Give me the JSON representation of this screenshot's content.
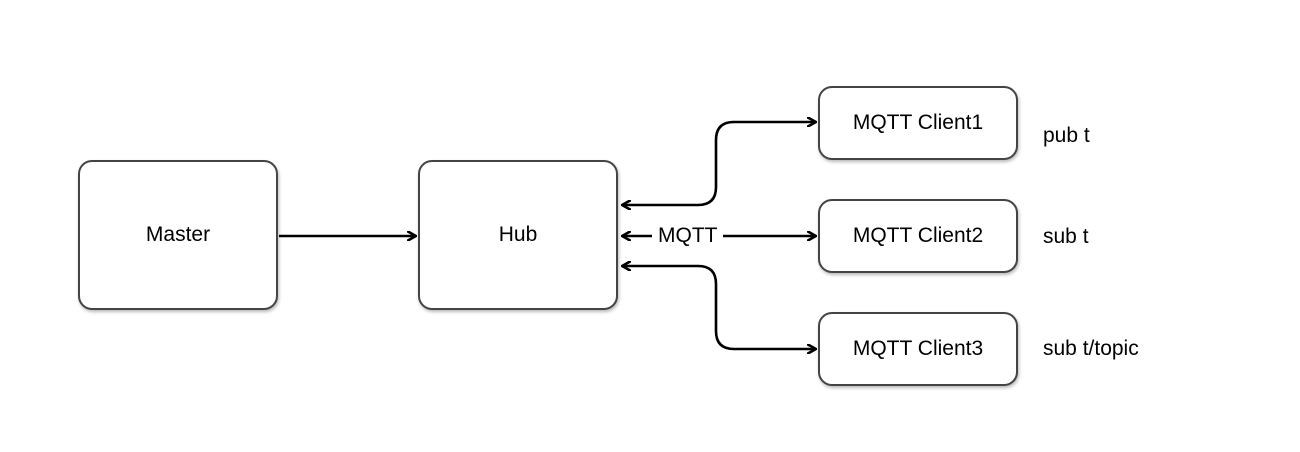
{
  "diagram": {
    "nodes": {
      "master": {
        "label": "Master"
      },
      "hub": {
        "label": "Hub"
      },
      "client1": {
        "label": "MQTT Client1"
      },
      "client2": {
        "label": "MQTT Client2"
      },
      "client3": {
        "label": "MQTT Client3"
      }
    },
    "annotations": {
      "client1": "pub t",
      "client2": "sub t",
      "client3": "sub t/topic"
    },
    "edge_label": "MQTT"
  },
  "colors": {
    "stroke": "#000000",
    "node_border": "#444444",
    "background": "#ffffff"
  }
}
